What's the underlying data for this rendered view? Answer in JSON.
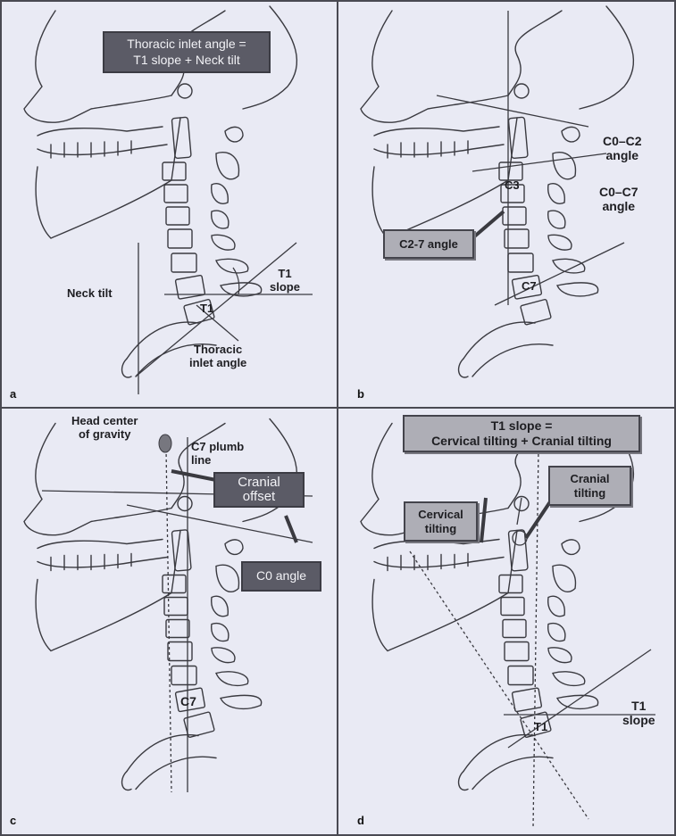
{
  "panels": {
    "a": {
      "letter": "a",
      "formula_box": {
        "line1": "Thoracic inlet angle =",
        "line2": "T1 slope + Neck tilt"
      },
      "neck_tilt": "Neck tilt",
      "t1_slope": {
        "line1": "T1",
        "line2": "slope"
      },
      "t1": "T1",
      "thoracic_inlet": {
        "line1": "Thoracic",
        "line2": "inlet angle"
      }
    },
    "b": {
      "letter": "b",
      "c0_c2": {
        "line1": "C0–C2",
        "line2": "angle"
      },
      "c0_c7": {
        "line1": "C0–C7",
        "line2": "angle"
      },
      "c2_7_box": "C2-7 angle",
      "c3": "C3",
      "c7": "C7"
    },
    "c": {
      "letter": "c",
      "head_center": {
        "line1": "Head center",
        "line2": "of gravity"
      },
      "plumb": {
        "line1": "C7 plumb",
        "line2": "line"
      },
      "cranial_offset": {
        "line1": "Cranial",
        "line2": "offset"
      },
      "c0_angle": "C0 angle",
      "c7": "C7"
    },
    "d": {
      "letter": "d",
      "formula_box": {
        "line1": "T1 slope =",
        "line2": "Cervical tilting + Cranial tilting"
      },
      "cranial_tilting": {
        "line1": "Cranial",
        "line2": "tilting"
      },
      "cervical_tilting": {
        "line1": "Cervical",
        "line2": "tilting"
      },
      "t1_slope": {
        "line1": "T1",
        "line2": "slope"
      },
      "t1": "T1"
    }
  },
  "colors": {
    "background": "#e9eaf4",
    "dark_box": "#5b5b66",
    "light_box": "#aeaeb6",
    "line": "#3a3a40"
  }
}
